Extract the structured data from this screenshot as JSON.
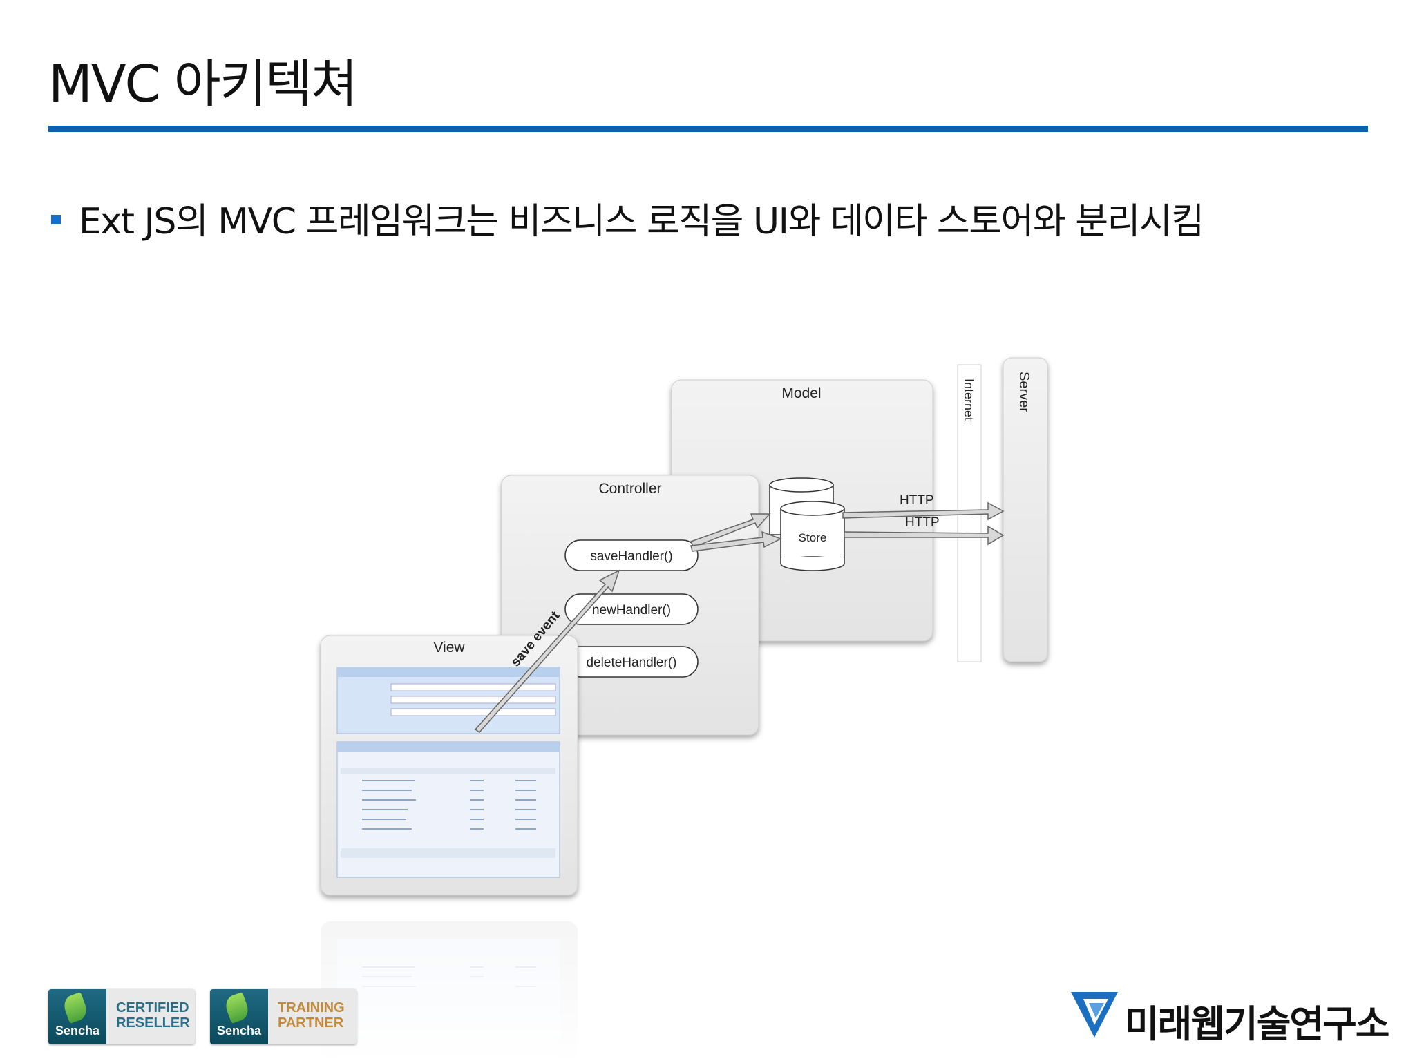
{
  "slide": {
    "title": "MVC 아키텍쳐",
    "bullet": "Ext JS의 MVC 프레임워크는 비즈니스 로직을 UI와 데이타 스토어와 분리시킴"
  },
  "diagram": {
    "model_label": "Model",
    "controller_label": "Controller",
    "view_label": "View",
    "internet_label": "Internet",
    "server_label": "Server",
    "store_label": "Store",
    "http_labels": [
      "HTTP",
      "HTTP"
    ],
    "handlers": [
      "saveHandler()",
      "newHandler()",
      "deleteHandler()"
    ],
    "event_label": "save event"
  },
  "logos": {
    "certified_brand": "Sencha",
    "certified_text": [
      "CERTIFIED",
      "RESELLER"
    ],
    "training_brand": "Sencha",
    "training_text": [
      "TRAINING",
      "PARTNER"
    ],
    "company": "미래웹기술연구소",
    "colors": {
      "accent": "#0b62b0",
      "company_mark": "#1a6fc0",
      "training": "#c28a3a",
      "certified": "#2a6e8a"
    }
  }
}
